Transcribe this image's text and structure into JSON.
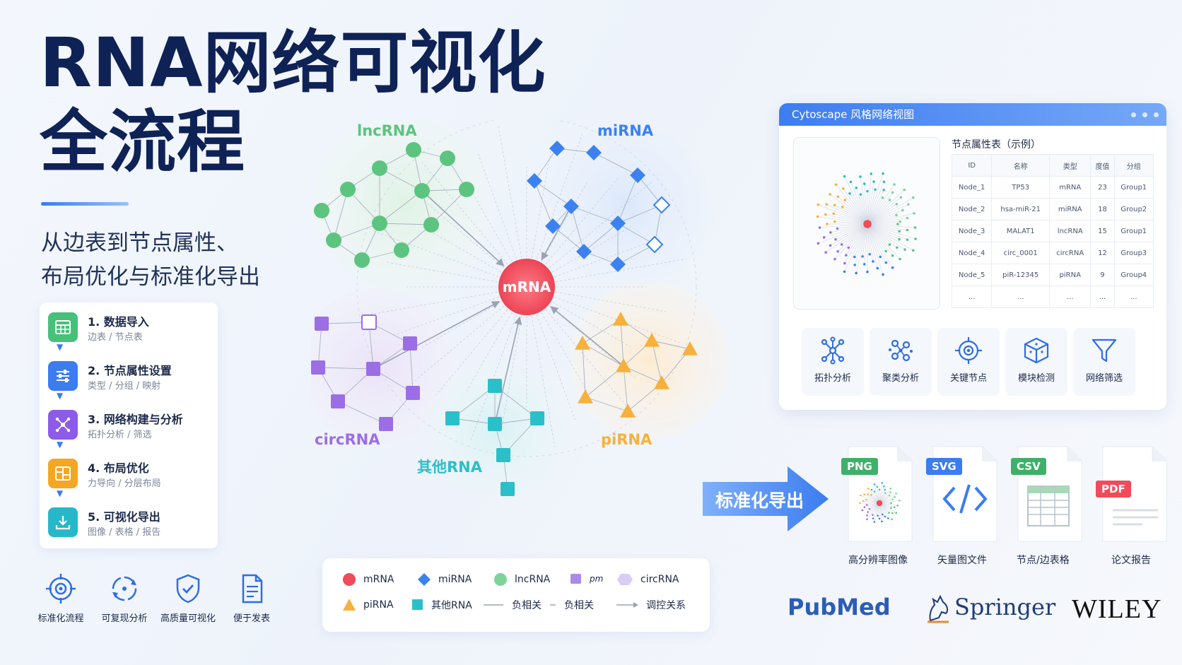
{
  "title": {
    "line1": "RNA网络可视化",
    "line2": "全流程"
  },
  "subtitle": {
    "line1": "从边表到节点属性、",
    "line2": "布局优化与标准化导出"
  },
  "steps": [
    {
      "title": "1. 数据导入",
      "desc": "边表 / 节点表",
      "icon": "table-icon",
      "color": "#47c07a"
    },
    {
      "title": "2. 节点属性设置",
      "desc": "类型 / 分组 / 映射",
      "icon": "sliders-icon",
      "color": "#3b7cf0"
    },
    {
      "title": "3. 网络构建与分析",
      "desc": "拓扑分析 / 筛选",
      "icon": "network-icon",
      "color": "#8c5ce8"
    },
    {
      "title": "4. 布局优化",
      "desc": "力导向 / 分层布局",
      "icon": "layout-grid-icon",
      "color": "#f5a623"
    },
    {
      "title": "5. 可视化导出",
      "desc": "图像 / 表格 / 报告",
      "icon": "download-icon",
      "color": "#26b8c8"
    }
  ],
  "features": [
    {
      "label": "标准化流程",
      "icon": "target-icon"
    },
    {
      "label": "可复现分析",
      "icon": "refresh-cycle-icon"
    },
    {
      "label": "高质量可视化",
      "icon": "shield-check-icon"
    },
    {
      "label": "便于发表",
      "icon": "document-icon"
    }
  ],
  "network": {
    "center": "mRNA",
    "categories": {
      "lncRNA": {
        "label": "lncRNA",
        "color": "#5cc47f"
      },
      "miRNA": {
        "label": "miRNA",
        "color": "#3b82f0"
      },
      "circRNA": {
        "label": "circRNA",
        "color": "#9b6ee6"
      },
      "piRNA": {
        "label": "piRNA",
        "color": "#f6b13c"
      },
      "other": {
        "label": "其他RNA",
        "color": "#2bbfc9"
      }
    }
  },
  "legend": [
    {
      "label": "mRNA",
      "shape": "circle",
      "color": "#ef4b5a"
    },
    {
      "label": "miRNA",
      "shape": "diamond",
      "color": "#3b82f0"
    },
    {
      "label": "lncRNA",
      "shape": "circle",
      "color": "#7ed39a"
    },
    {
      "label": "pm",
      "shape": "square",
      "color": "#a98be8"
    },
    {
      "label": "circRNA",
      "shape": "hexagon",
      "color": "#d9ccf5"
    },
    {
      "label": "piRNA",
      "shape": "triangle",
      "color": "#f6b13c"
    },
    {
      "label": "其他RNA",
      "shape": "square",
      "color": "#2bbfc9"
    },
    {
      "label": "负相关",
      "shape": "line-solid",
      "color": "#9aa3b5"
    },
    {
      "label": "负相关",
      "shape": "line-short",
      "color": "#9aa3b5"
    },
    {
      "label": "调控关系",
      "shape": "arrow",
      "color": "#9aa3b5"
    }
  ],
  "cytoscape": {
    "window_title": "Cytoscape 风格网络视图",
    "table_title": "节点属性表（示例）",
    "columns": [
      "ID",
      "名称",
      "类型",
      "度值",
      "分组"
    ],
    "rows": [
      [
        "Node_1",
        "TP53",
        "mRNA",
        "23",
        "Group1"
      ],
      [
        "Node_2",
        "hsa-miR-21",
        "miRNA",
        "18",
        "Group2"
      ],
      [
        "Node_3",
        "MALAT1",
        "lncRNA",
        "15",
        "Group1"
      ],
      [
        "Node_4",
        "circ_0001",
        "circRNA",
        "12",
        "Group3"
      ],
      [
        "Node_5",
        "piR-12345",
        "piRNA",
        "9",
        "Group4"
      ],
      [
        "...",
        "...",
        "...",
        "...",
        "..."
      ]
    ],
    "tools": [
      {
        "label": "拓扑分析",
        "icon": "topology-icon"
      },
      {
        "label": "聚类分析",
        "icon": "cluster-icon"
      },
      {
        "label": "关键节点",
        "icon": "key-node-icon"
      },
      {
        "label": "模块检测",
        "icon": "cube-icon"
      },
      {
        "label": "网络筛选",
        "icon": "filter-icon"
      }
    ]
  },
  "export": {
    "label": "标准化导出",
    "files": [
      {
        "tag": "PNG",
        "label": "高分辨率图像",
        "color": "#3fb06a"
      },
      {
        "tag": "SVG",
        "label": "矢量图文件",
        "color": "#3b7cf0"
      },
      {
        "tag": "CSV",
        "label": "节点/边表格",
        "color": "#3fb06a"
      },
      {
        "tag": "PDF",
        "label": "论文报告",
        "color": "#ef4b5a"
      }
    ]
  },
  "publishers": {
    "pubmed": "PubMed",
    "springer": "Springer",
    "wiley": "WILEY"
  }
}
